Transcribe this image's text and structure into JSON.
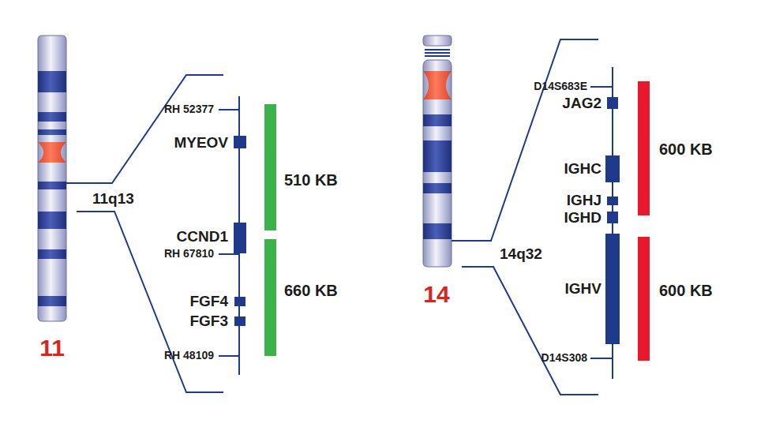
{
  "diagram": {
    "labels": [
      "11",
      "11q13",
      "RH 52377",
      "MYEOV",
      "CCND1",
      "RH 67810",
      "FGF4",
      "FGF3",
      "RH 48109",
      "510 KB",
      "660 KB",
      "14",
      "14q32",
      "D14S683E",
      "JAG2",
      "IGHC",
      "IGHJ",
      "IGHD",
      "IGHV",
      "D14S308",
      "600 KB",
      "600 KB"
    ]
  }
}
